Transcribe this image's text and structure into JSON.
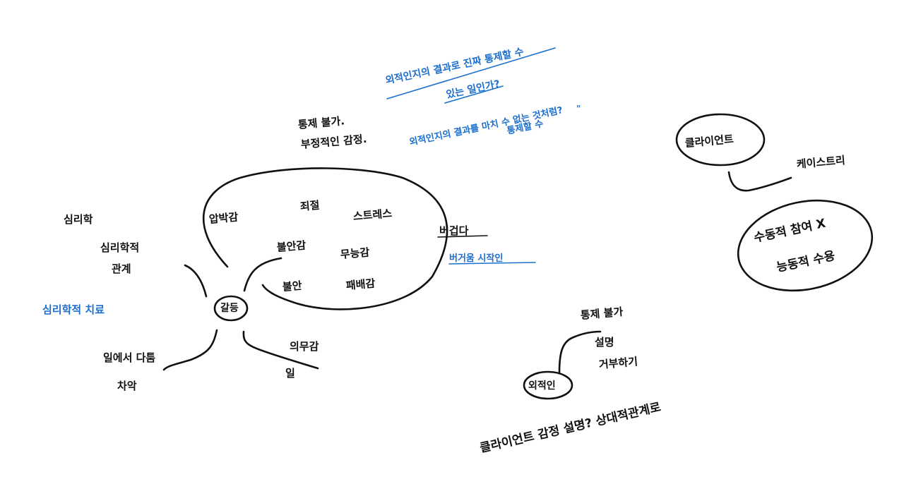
{
  "center": {
    "label": "갈등"
  },
  "bubble": {
    "items": [
      "압박감",
      "죄절",
      "스트레스",
      "불안감",
      "무능감",
      "불안",
      "패배감"
    ]
  },
  "left_branches": {
    "top_group": [
      "심리학",
      "심리학적",
      "관계"
    ],
    "blue_note": "심리학적 치료",
    "bottom_group": [
      "일에서 다툼",
      "차악"
    ]
  },
  "lower_right_branch": [
    "의무감",
    "일"
  ],
  "top_notes": [
    "통제 불가.",
    "부정적인 감정."
  ],
  "blue_notes": {
    "line1": "외적인지의 결과로 진짜 통제할 수",
    "line2": "있는 일인가?",
    "line3": "외적인지의 결과를 마치 수 없는 것처럼?",
    "line4": "통제할 수",
    "mark": "\""
  },
  "right_of_bubble": {
    "label": "버겁다",
    "blue": "버거움 시작인"
  },
  "client_cluster": {
    "node": "클라이언트",
    "branch": "케이스트리",
    "ellipse_line1": "수동적 참여 X",
    "ellipse_line2": "능동적 수용"
  },
  "cause_cluster": {
    "node": "외적인",
    "items": [
      "통제 불가",
      "설명",
      "거부하기"
    ]
  },
  "bottom_note": "클라이언트 감정 설명? 상대적관계로"
}
